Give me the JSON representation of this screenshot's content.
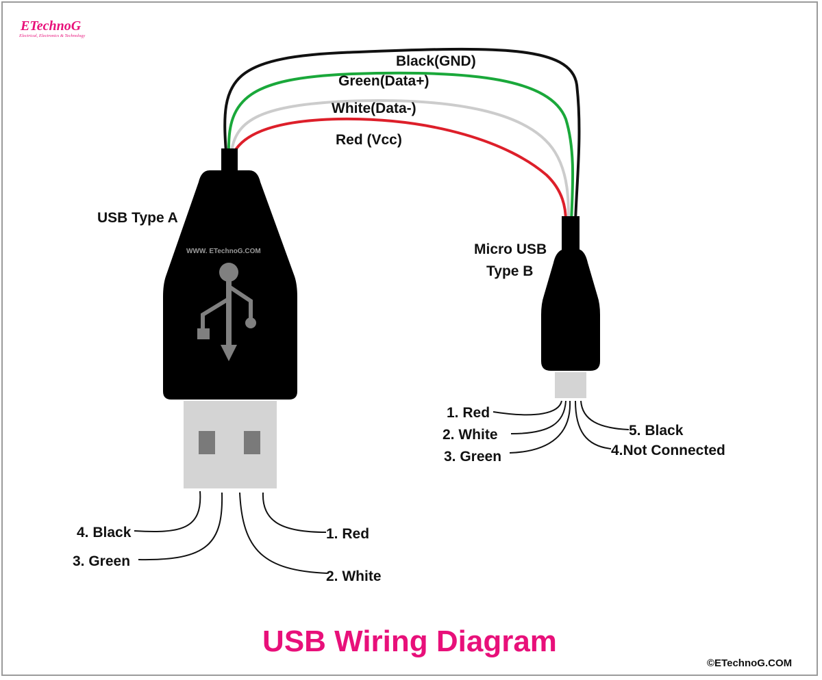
{
  "logo": {
    "text": "ETechnoG",
    "tagline": "Electrical, Electronics & Technology"
  },
  "title": "USB Wiring Diagram",
  "copyright": "©ETechnoG.COM",
  "watermark": "WWW. ETechnoG.COM",
  "colors": {
    "title": "#e8107a",
    "logo": "#e8107a",
    "wire_black": "#111111",
    "wire_green": "#1aa83a",
    "wire_white": "#cccccc",
    "wire_red": "#dd1f2a",
    "connector_body": "#000000",
    "plug_metal": "#d4d4d4",
    "usb_symbol": "#808080"
  },
  "wires": [
    {
      "color": "black",
      "label": "Black(GND)"
    },
    {
      "color": "green",
      "label": "Green(Data+)"
    },
    {
      "color": "white",
      "label": "White(Data-)"
    },
    {
      "color": "red",
      "label": "Red (Vcc)"
    }
  ],
  "type_a": {
    "label": "USB Type A",
    "pins": [
      "4. Black",
      "3. Green",
      "2. White",
      "1. Red"
    ]
  },
  "micro_b": {
    "label_line1": "Micro USB",
    "label_line2": "Type B",
    "pins_left": [
      "1. Red",
      "2. White",
      "3. Green"
    ],
    "pins_right": [
      "5. Black",
      "4.Not Connected"
    ]
  }
}
